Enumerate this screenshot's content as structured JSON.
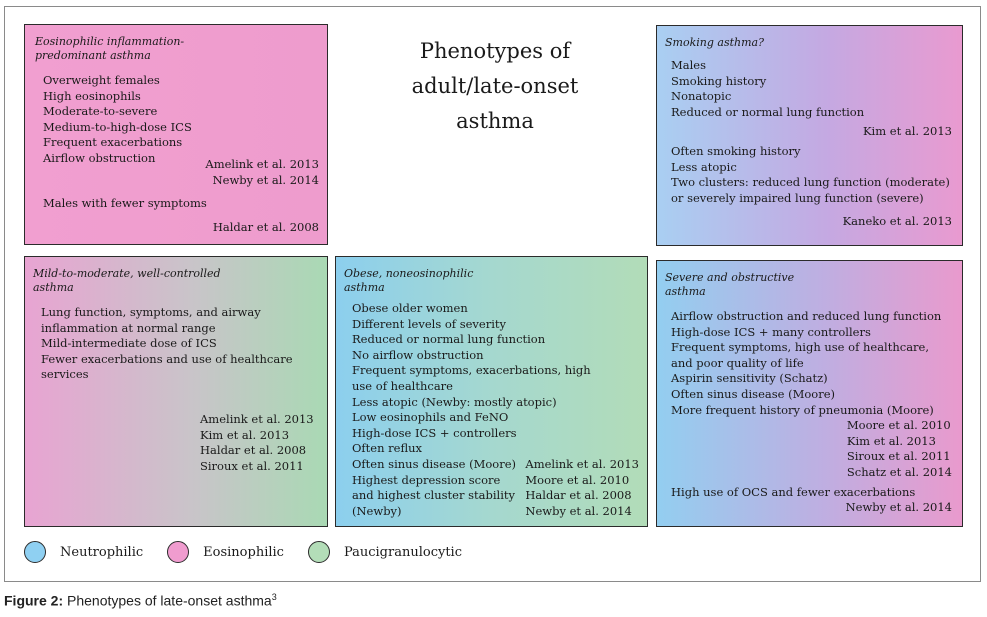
{
  "title": "Phenotypes of\nadult/late-onset\nasthma",
  "boxes": {
    "eosinophilic": {
      "title": "Eosinophilic inflammation-\npredominant asthma",
      "items": [
        "Overweight females",
        "High eosinophils",
        "Moderate-to-severe",
        "Medium-to-high-dose ICS",
        "Frequent exacerbations",
        "Airflow obstruction"
      ],
      "refs_1": "Amelink et al. 2013\nNewby et al. 2014",
      "item_2": "Males with fewer symptoms",
      "refs_2": "Haldar et al. 2008"
    },
    "smoking": {
      "title": "Smoking asthma?",
      "items_1": [
        "Males",
        "Smoking history",
        "Nonatopic",
        "Reduced or normal lung function"
      ],
      "refs_1": "Kim et al. 2013",
      "items_2": [
        "Often smoking history",
        "Less atopic",
        "Two clusters: reduced lung function (moderate)",
        "or severely impaired lung function (severe)"
      ],
      "refs_2": "Kaneko et al. 2013"
    },
    "mild": {
      "title": "Mild-to-moderate, well-controlled\nasthma",
      "items": [
        "Lung function, symptoms, and airway\ninflammation at normal range",
        "Mild-intermediate dose of ICS",
        "Fewer exacerbations and use of healthcare\nservices"
      ],
      "refs": "Amelink et al. 2013\nKim et al. 2013\nHaldar et al. 2008\nSiroux et al. 2011"
    },
    "obese": {
      "title": "Obese, noneosinophilic\nasthma",
      "items": [
        "Obese older women",
        "Different levels of severity",
        "Reduced or normal lung function",
        "No airflow obstruction",
        "Frequent symptoms, exacerbations, high\nuse of healthcare",
        "Less atopic (Newby: mostly atopic)",
        "Low eosinophils and FeNO",
        "High-dose ICS + controllers",
        "Often reflux"
      ],
      "items_tail": [
        "Often sinus disease (Moore)",
        "Highest depression score\nand highest cluster stability\n(Newby)"
      ],
      "refs": "Amelink et al. 2013\nMoore et al. 2010\nHaldar et al. 2008\nNewby et al. 2014"
    },
    "severe": {
      "title": "Severe and obstructive\nasthma",
      "items": [
        "Airflow obstruction and reduced lung function",
        "High-dose ICS + many controllers",
        "Frequent symptoms, high use of healthcare,\nand poor quality of life",
        "Aspirin sensitivity (Schatz)",
        "Often sinus disease (Moore)",
        "More frequent history of pneumonia (Moore)"
      ],
      "refs_1": "Moore et al. 2010\nKim et al. 2013\nSiroux et al. 2011\nSchatz et al. 2014",
      "item_2": "High use of OCS and fewer exacerbations",
      "refs_2": "Newby et al. 2014"
    }
  },
  "legend": [
    {
      "label": "Neutrophilic",
      "color": "#8fd0f2"
    },
    {
      "label": "Eosinophilic",
      "color": "#f09ccf"
    },
    {
      "label": "Paucigranulocytic",
      "color": "#b3ddb8"
    }
  ],
  "caption": {
    "bold": "Figure 2:",
    "text": " Phenotypes of late-onset asthma",
    "sup": "3"
  }
}
